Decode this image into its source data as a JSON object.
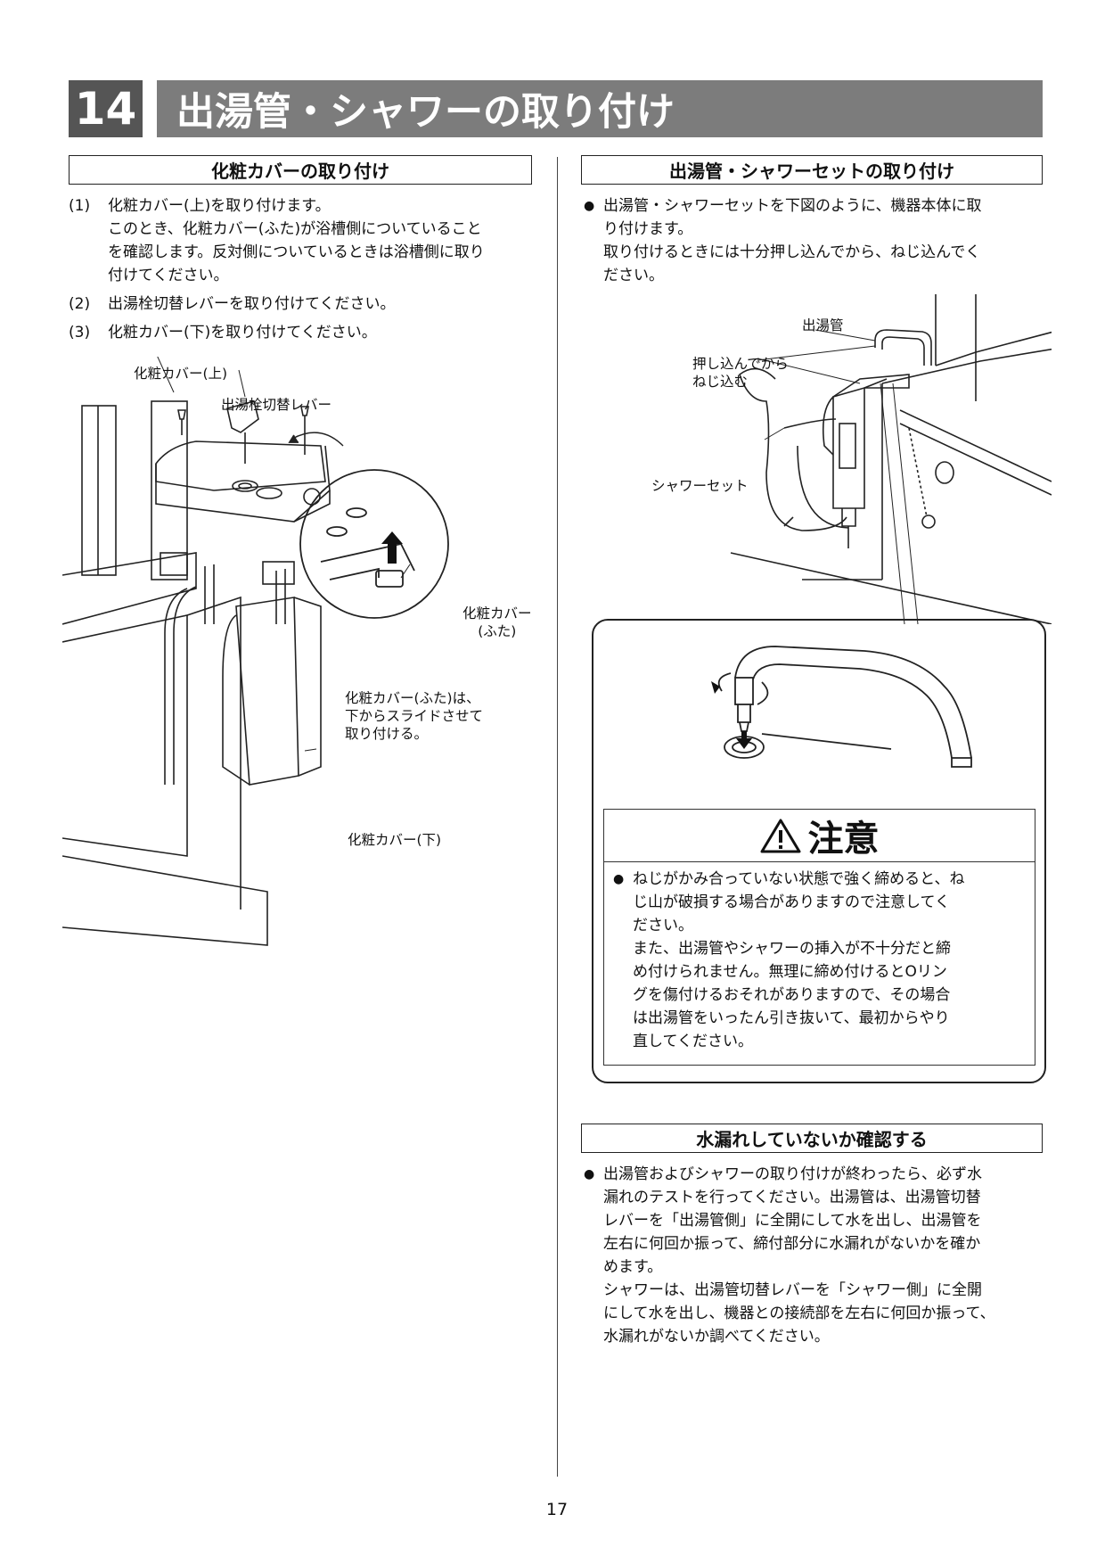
{
  "header": {
    "number": "14",
    "title": "出湯管・シャワーの取り付け"
  },
  "left": {
    "section_title": "化粧カバーの取り付け",
    "steps": [
      {
        "num": "(1)",
        "lines": [
          "化粧カバー(上)を取り付けます。",
          "このとき、化粧カバー(ふた)が浴槽側についていること",
          "を確認します。反対側についているときは浴槽側に取り",
          "付けてください。"
        ]
      },
      {
        "num": "(2)",
        "lines": [
          "出湯栓切替レバーを取り付けてください。"
        ]
      },
      {
        "num": "(3)",
        "lines": [
          "化粧カバー(下)を取り付けてください。"
        ]
      }
    ],
    "labels": {
      "upper_cover": "化粧カバー(上)",
      "lever": "出湯栓切替レバー",
      "lid_1": "化粧カバー",
      "lid_2": "(ふた)",
      "note_1": "化粧カバー(ふた)は、",
      "note_2": "下からスライドさせて",
      "note_3": "取り付ける。",
      "lower_cover": "化粧カバー(下)"
    }
  },
  "right": {
    "section1_title": "出湯管・シャワーセットの取り付け",
    "section1_lines": [
      "出湯管・シャワーセットを下図のように、機器本体に取",
      "り付けます。",
      "取り付けるときには十分押し込んでから、ねじ込んでく",
      "ださい。"
    ],
    "labels": {
      "spout": "出湯管",
      "push_1": "押し込んでから",
      "push_2": "ねじ込む",
      "shower": "シャワーセット"
    },
    "caution": {
      "title": "注意",
      "lines": [
        "ねじがかみ合っていない状態で強く締めると、ね",
        "じ山が破損する場合がありますので注意してく",
        "ださい。",
        "また、出湯管やシャワーの挿入が不十分だと締",
        "め付けられません。無理に締め付けるとOリン",
        "グを傷付けるおそれがありますので、その場合",
        "は出湯管をいったん引き抜いて、最初からやり",
        "直してください。"
      ]
    },
    "section2_title": "水漏れしていないか確認する",
    "section2_lines": [
      "出湯管およびシャワーの取り付けが終わったら、必ず水",
      "漏れのテストを行ってください。出湯管は、出湯管切替",
      "レバーを「出湯管側」に全開にして水を出し、出湯管を",
      "左右に何回か振って、締付部分に水漏れがないかを確か",
      "めます。",
      "シャワーは、出湯管切替レバーを「シャワー側」に全開",
      "にして水を出し、機器との接続部を左右に何回か振って、",
      "水漏れがないか調べてください。"
    ]
  },
  "page_number": "17"
}
